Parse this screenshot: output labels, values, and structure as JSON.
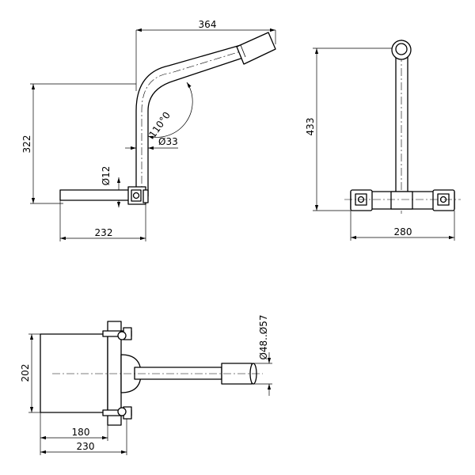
{
  "side_view": {
    "dim_width_top": "364",
    "dim_height": "322",
    "dim_angle": "110°",
    "dim_angle_suffix": "0",
    "dim_pipe_diameter": "Ø33",
    "dim_rod_diameter": "Ø12",
    "dim_width_bottom": "232"
  },
  "front_view": {
    "dim_height": "433",
    "dim_width": "280"
  },
  "top_view": {
    "dim_pipe_end_diameter": "Ø48..Ø57",
    "dim_height": "202",
    "dim_inner_width": "180",
    "dim_outer_width": "230"
  }
}
